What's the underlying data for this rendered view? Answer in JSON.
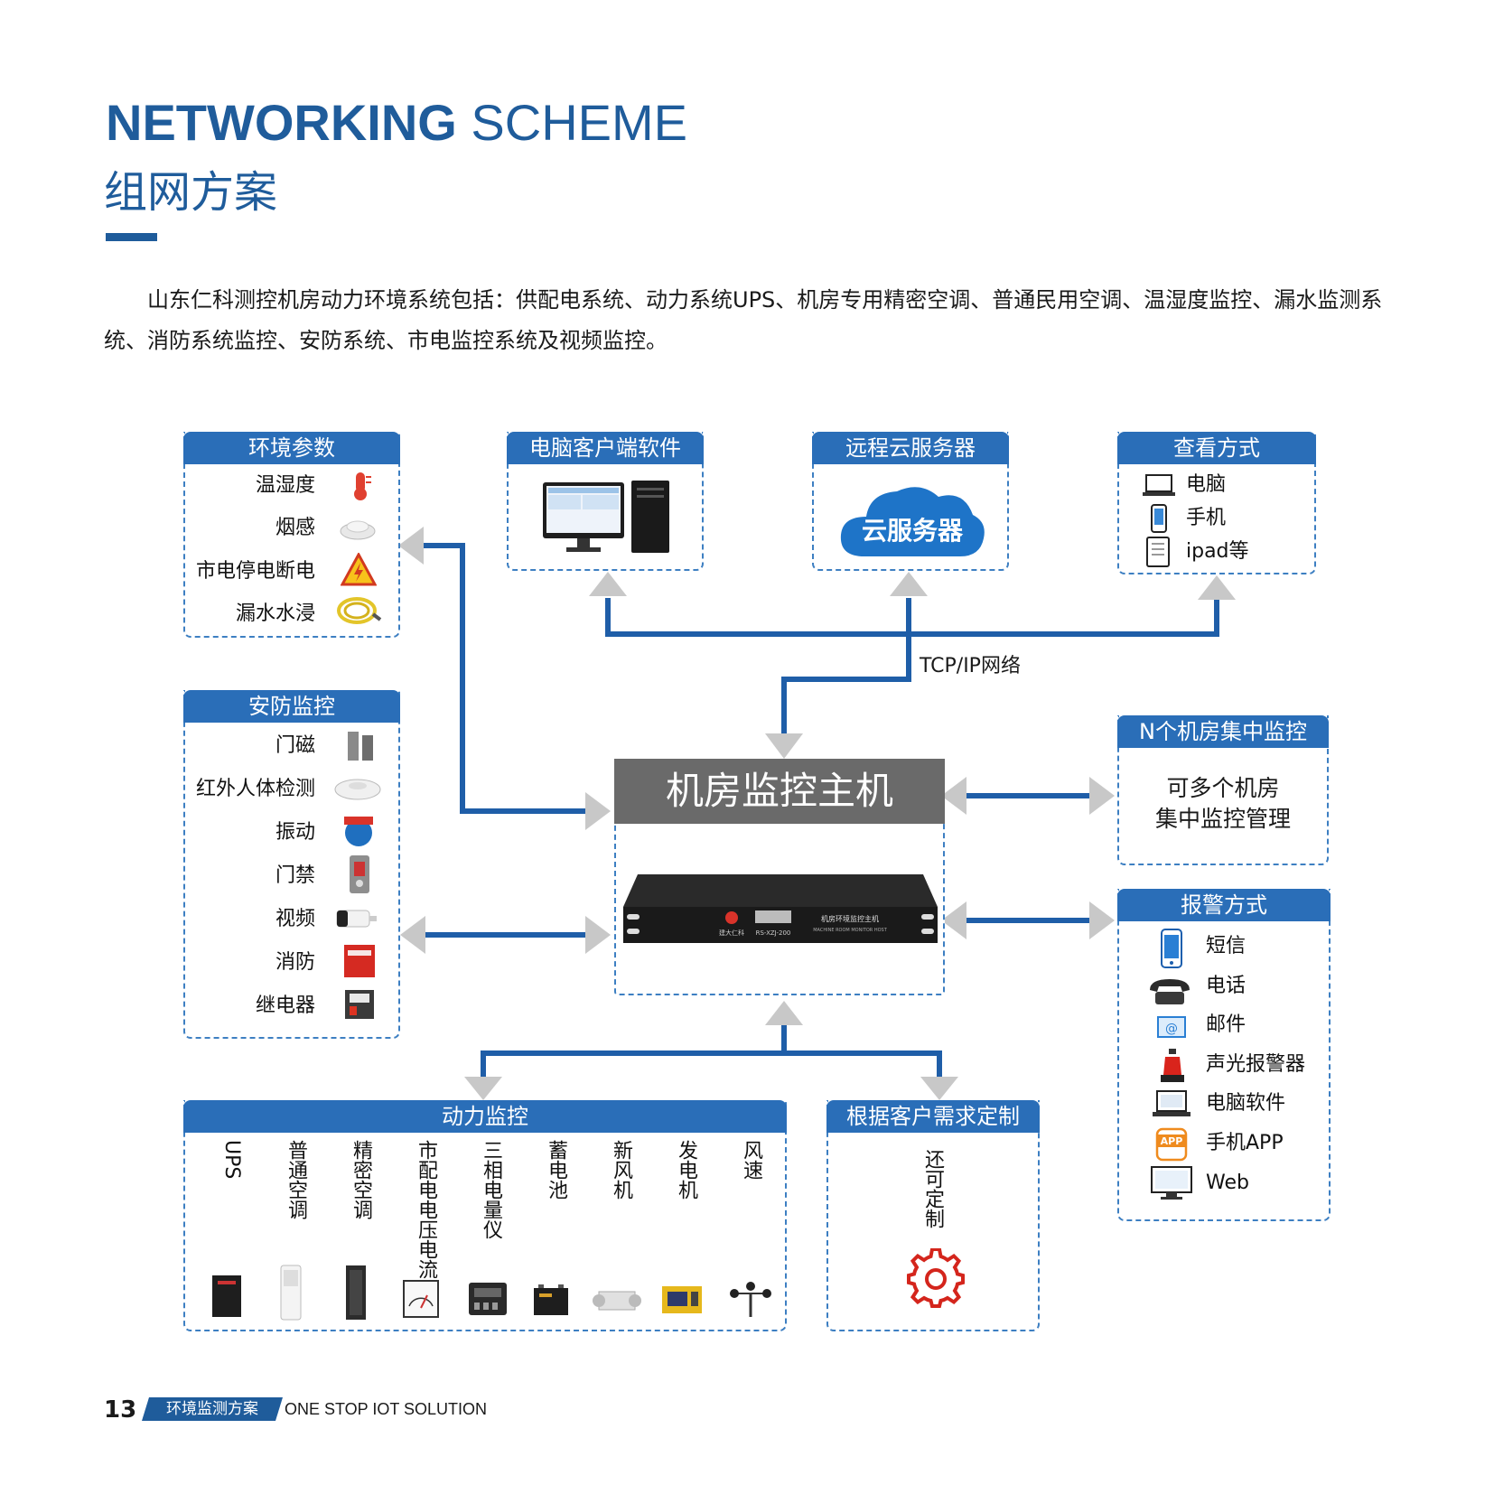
{
  "header": {
    "title_en_bold": "NETWORKING",
    "title_en_light": "SCHEME",
    "title_cn": "组网方案",
    "intro": "山东仁科测控机房动力环境系统包括：供配电系统、动力系统UPS、机房专用精密空调、普通民用空调、温湿度监控、漏水监测系统、消防系统监控、安防系统、市电监控系统及视频监控。"
  },
  "colors": {
    "brand_blue": "#1f5c9b",
    "panel_head": "#2a6eb8",
    "line_blue": "#1f5ea8",
    "arrow_grey": "#c8c8c8",
    "host_grey": "#6a6a6a"
  },
  "env_params": {
    "title": "环境参数",
    "items": [
      {
        "label": "温湿度",
        "icon": "thermometer-icon"
      },
      {
        "label": "烟感",
        "icon": "smoke-detector-icon"
      },
      {
        "label": "市电停电断电",
        "icon": "high-voltage-warning-icon"
      },
      {
        "label": "漏水水浸",
        "icon": "leak-cable-icon"
      }
    ]
  },
  "pc_client": {
    "title": "电脑客户端软件",
    "icon": "desktop-computer-icon"
  },
  "cloud": {
    "title": "远程云服务器",
    "cloud_label": "云服务器"
  },
  "view_methods": {
    "title": "查看方式",
    "items": [
      {
        "label": "电脑",
        "icon": "laptop-icon"
      },
      {
        "label": "手机",
        "icon": "mobile-phone-icon"
      },
      {
        "label": "ipad等",
        "icon": "tablet-icon"
      }
    ]
  },
  "network_label": "TCP/IP网络",
  "security": {
    "title": "安防监控",
    "items": [
      {
        "label": "门磁",
        "icon": "door-magnet-icon"
      },
      {
        "label": "红外人体检测",
        "icon": "infrared-sensor-icon"
      },
      {
        "label": "振动",
        "icon": "vibration-sensor-icon"
      },
      {
        "label": "门禁",
        "icon": "access-control-icon"
      },
      {
        "label": "视频",
        "icon": "camera-icon"
      },
      {
        "label": "消防",
        "icon": "fire-cabinet-icon"
      },
      {
        "label": "继电器",
        "icon": "relay-icon"
      }
    ]
  },
  "host": {
    "title": "机房监控主机",
    "device_brand": "建大仁科",
    "device_model": "RS-XZJ-200",
    "device_name": "机房环境监控主机",
    "device_name_en": "MACHINE ROOM MONITOR HOST"
  },
  "multi_room": {
    "title": "N个机房集中监控",
    "line1": "可多个机房",
    "line2": "集中监控管理"
  },
  "alarm": {
    "title": "报警方式",
    "items": [
      {
        "label": "短信",
        "icon": "sms-phone-icon"
      },
      {
        "label": "电话",
        "icon": "telephone-icon"
      },
      {
        "label": "邮件",
        "icon": "email-icon"
      },
      {
        "label": "声光报警器",
        "icon": "alarm-siren-icon"
      },
      {
        "label": "电脑软件",
        "icon": "laptop-icon"
      },
      {
        "label": "手机APP",
        "icon": "app-icon"
      },
      {
        "label": "Web",
        "icon": "web-monitor-icon"
      }
    ],
    "app_badge": "APP"
  },
  "power": {
    "title": "动力监控",
    "items": [
      {
        "label": "UPS",
        "icon": "ups-icon"
      },
      {
        "label": "普通空调",
        "icon": "floor-ac-icon"
      },
      {
        "label": "精密空调",
        "icon": "precision-ac-icon"
      },
      {
        "label": "市配电电压电流",
        "icon": "panel-meter-icon"
      },
      {
        "label": "三相电量仪",
        "icon": "power-meter-icon"
      },
      {
        "label": "蓄电池",
        "icon": "battery-icon"
      },
      {
        "label": "新风机",
        "icon": "fresh-air-unit-icon"
      },
      {
        "label": "发电机",
        "icon": "generator-icon"
      },
      {
        "label": "风速",
        "icon": "anemometer-icon"
      }
    ]
  },
  "custom": {
    "title": "根据客户需求定制",
    "text": "还可定制",
    "icon": "gear-icon"
  },
  "footer": {
    "page_number": "13",
    "tag": "环境监测方案",
    "slogan": "ONE STOP IOT SOLUTION"
  }
}
